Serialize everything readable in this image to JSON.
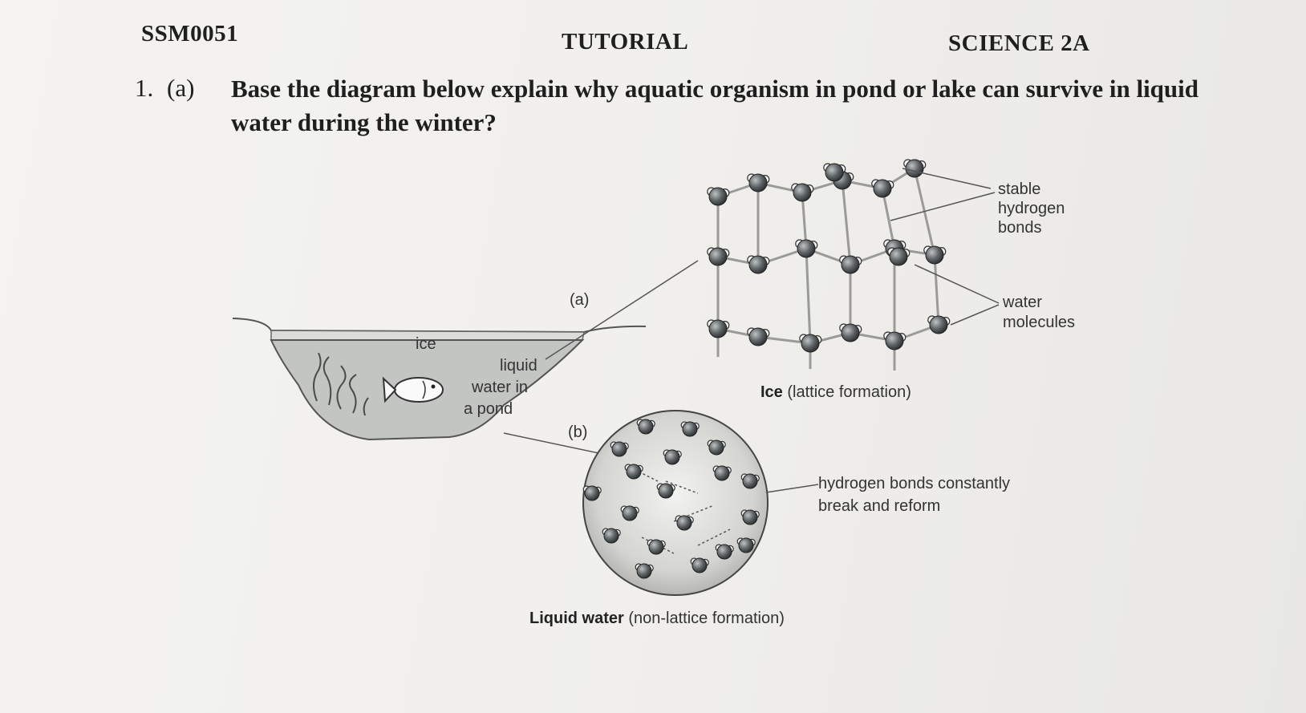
{
  "header": {
    "course_code": "SSM0051",
    "type": "TUTORIAL",
    "subject": "SCIENCE 2A"
  },
  "question": {
    "number": "1.",
    "part": "(a)",
    "text": "Base the diagram below explain why aquatic organism in pond or lake can survive in liquid water during the winter?"
  },
  "diagram": {
    "pond": {
      "ice_label": "ice",
      "water_label_1": "liquid",
      "water_label_2": "water in",
      "water_label_3": "a pond"
    },
    "callout_a": "(a)",
    "callout_b": "(b)",
    "ice": {
      "caption_bold": "Ice",
      "caption_rest": " (lattice formation)",
      "label_bonds_1": "stable",
      "label_bonds_2": "hydrogen",
      "label_bonds_3": "bonds",
      "label_molecules_1": "water",
      "label_molecules_2": "molecules"
    },
    "liquid": {
      "caption_bold": "Liquid water",
      "caption_rest": " (non-lattice formation)",
      "label_1": "hydrogen bonds constantly",
      "label_2": "break and reform"
    }
  }
}
